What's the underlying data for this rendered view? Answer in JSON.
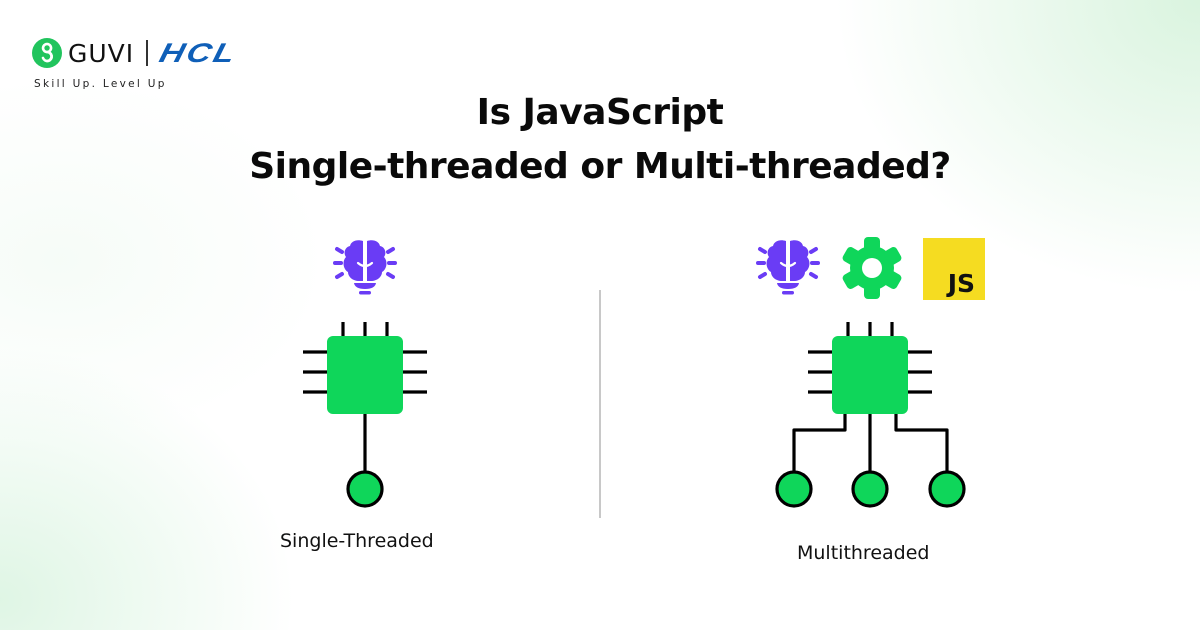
{
  "branding": {
    "guvi": "GUVI",
    "hcl": "HCL",
    "tagline": "Skill Up. Level Up",
    "colors": {
      "guvi_green": "#21c45d",
      "hcl_blue": "#0f5fb8"
    }
  },
  "title": {
    "line1": "Is JavaScript",
    "line2": "Single-threaded or Multi-threaded?"
  },
  "panels": [
    {
      "label": "Single-Threaded",
      "icons": [
        "brain-bulb-icon"
      ],
      "cpu_outputs": 1
    },
    {
      "label": "Multithreaded",
      "icons": [
        "brain-bulb-icon",
        "gear-icon",
        "javascript-logo-icon"
      ],
      "cpu_outputs": 3,
      "js_badge": "JS"
    }
  ],
  "colors": {
    "chip_green": "#0fd65a",
    "brain_purple": "#6a3cf5",
    "js_yellow": "#f5dc21",
    "line": "#000000"
  }
}
